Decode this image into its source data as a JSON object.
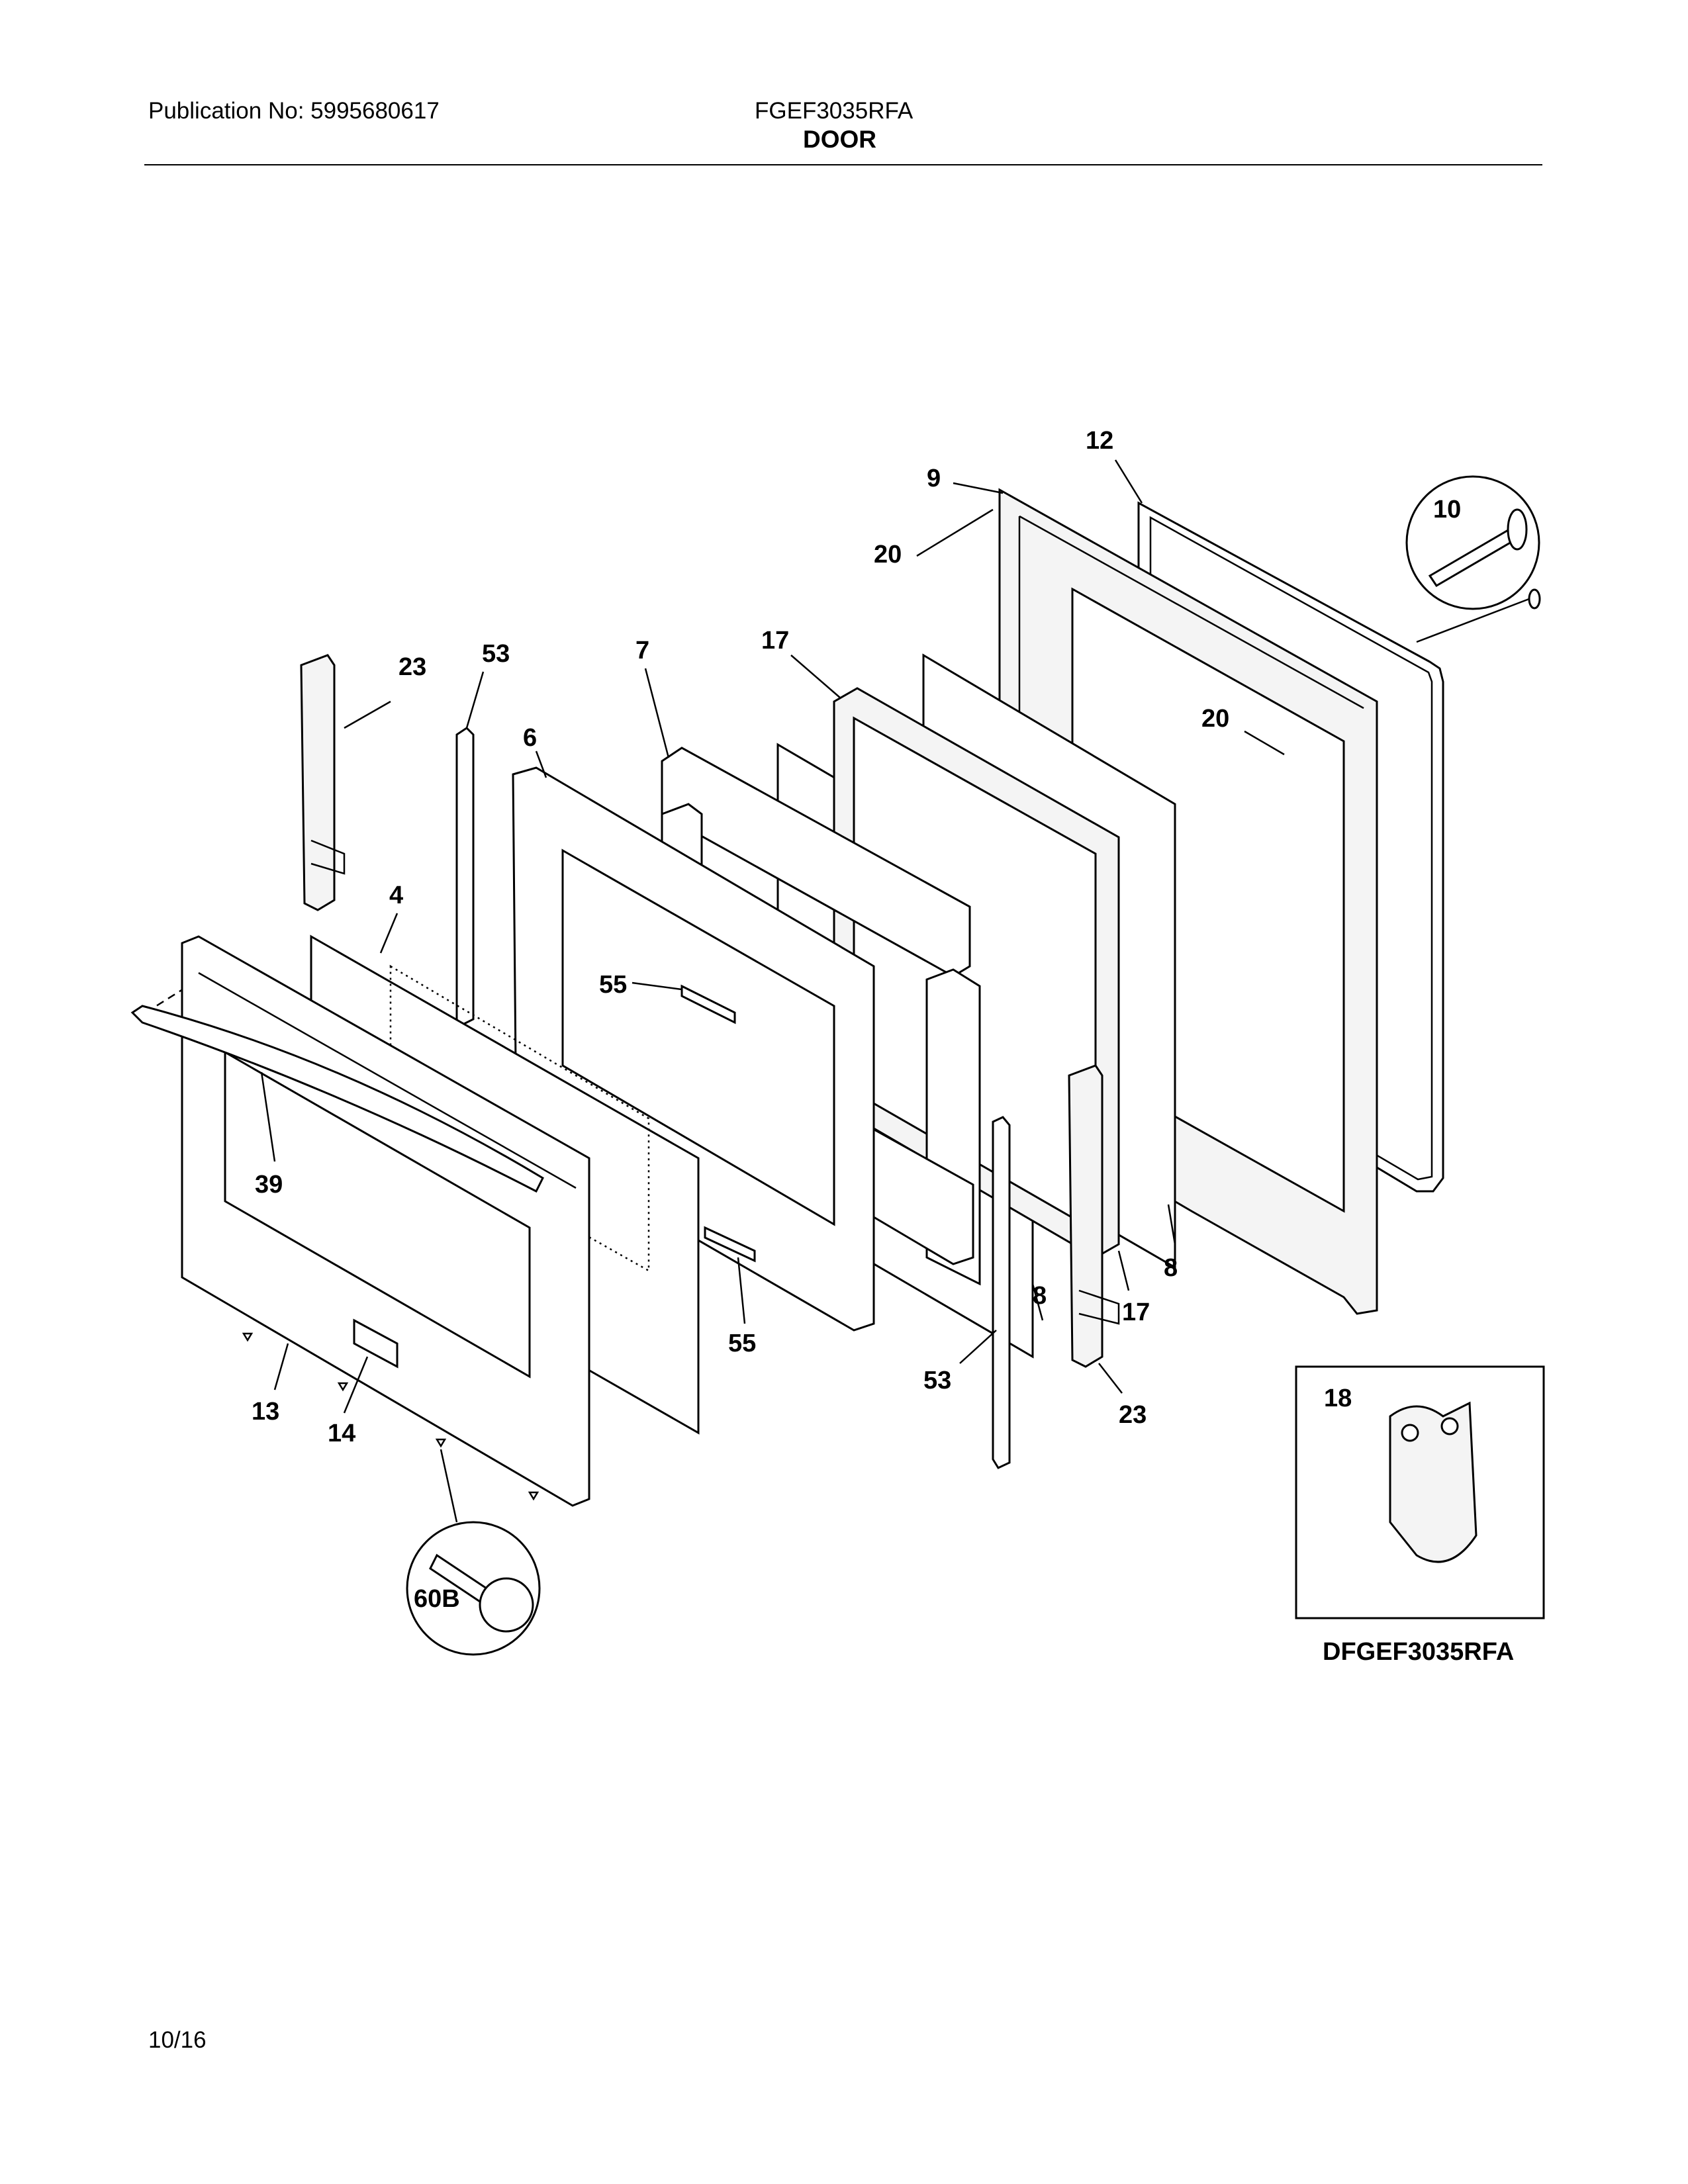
{
  "header": {
    "publication": "Publication No: 5995680617",
    "model": "FGEF3035RFA",
    "section": "DOOR"
  },
  "footer": {
    "date": "10/16"
  },
  "inset": {
    "code": "DFGEF3035RFA"
  },
  "callouts": {
    "c12": "12",
    "c9": "9",
    "c10": "10",
    "c20a": "20",
    "c20b": "20",
    "c23a": "23",
    "c53a": "53",
    "c7": "7",
    "c17a": "17",
    "c6": "6",
    "c4": "4",
    "c55a": "55",
    "c39": "39",
    "c8a": "8",
    "c8b": "8",
    "c17b": "17",
    "c55b": "55",
    "c53b": "53",
    "c23b": "23",
    "c13": "13",
    "c14": "14",
    "c60b": "60B",
    "c18": "18"
  }
}
